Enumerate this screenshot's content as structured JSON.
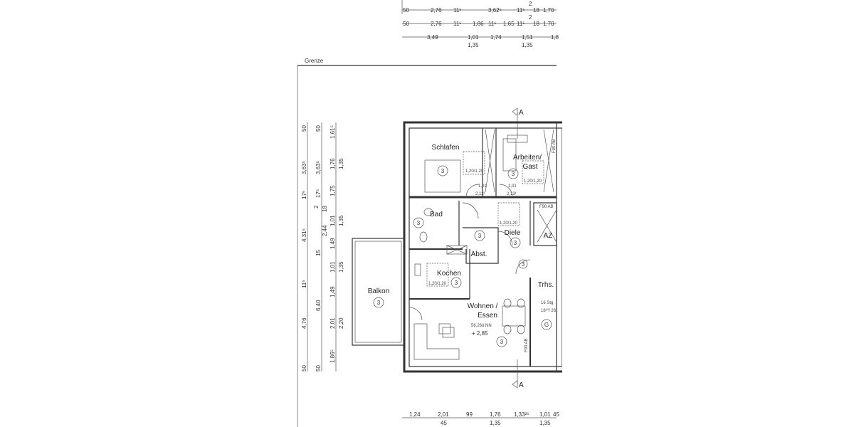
{
  "plan": {
    "boundary_label": "Grenze",
    "section_marker": "A",
    "rooms": {
      "schlafen": "Schlafen",
      "arbeiten_line1": "Arbeiten/",
      "arbeiten_line2": "Gast",
      "bad": "Bad",
      "diele": "Diele",
      "abst": "Abst.",
      "kochen": "Kochen",
      "wohnen_line1": "Wohnen /",
      "wohnen_line2": "Essen",
      "balkon": "Balkon",
      "trhs": "Trhs.",
      "az": "AZ"
    },
    "room_number": "3",
    "stair_marker": "G",
    "window_size": "1,20/1,20",
    "fire_rating": "F90 AB",
    "level_nn": "56,26ü.NN",
    "level_value": "+ 2,85",
    "stairs_line1": "16 Stg",
    "stairs_line2": "18¹⁰/ 26",
    "door_size": "1,01",
    "door_height": "2,13¹"
  },
  "dimensions": {
    "top_row1": [
      "50",
      "2,76",
      "11⁵",
      "3,62⁵",
      "11⁵",
      "2",
      "18",
      "1,70"
    ],
    "top_row2": [
      "50",
      "2,76",
      "11⁵",
      "1,86",
      "11⁵",
      "1,65",
      "11⁵",
      "2",
      "18",
      "1,70"
    ],
    "top_row3": [
      "3,49",
      "1,01",
      "1,35",
      "1,74",
      "1,51",
      "1,35",
      "1,8"
    ],
    "left_col1": [
      "50",
      "3,63⁵",
      "17⁵",
      "4,31⁵",
      "11⁵",
      "4,76",
      "50"
    ],
    "left_col2": [
      "50",
      "3,63⁵",
      "17⁵",
      "18",
      "2",
      "2,44",
      "15",
      "6,40",
      "50"
    ],
    "left_col3": [
      "1,61⁵",
      "1,76",
      "1,35",
      "1,75",
      "1,01",
      "1,35",
      "1,49",
      "1,01",
      "1,35",
      "1,49",
      "2,01",
      "2,20",
      "1,86⁵"
    ],
    "bottom_row": [
      "1,24",
      "2,01",
      "45",
      "99",
      "1,76",
      "1,35",
      "1,33²⁵",
      "1,01",
      "1,35",
      "45"
    ]
  }
}
